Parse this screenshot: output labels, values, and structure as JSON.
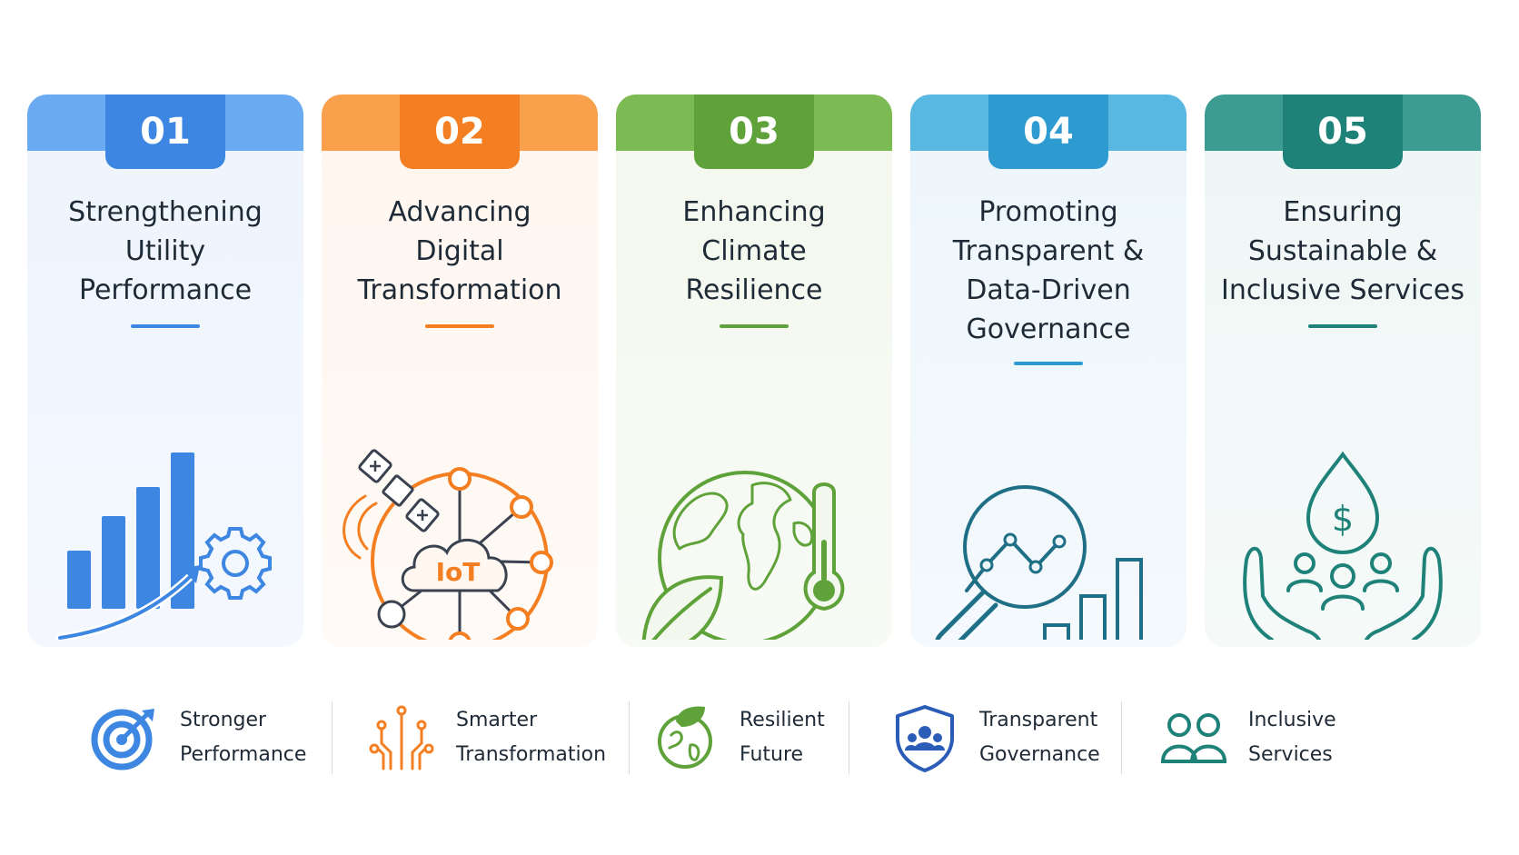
{
  "colors": {
    "blue": "#3d87e2",
    "orange": "#f37f22",
    "green": "#5fa23a",
    "sky": "#2d9ad0",
    "teal": "#1f8279"
  },
  "cards": [
    {
      "number": "01",
      "title": [
        "Strengthening",
        "Utility",
        "Performance"
      ],
      "icon": "bar-chart-gear-icon"
    },
    {
      "number": "02",
      "title": [
        "Advancing",
        "Digital",
        "Transformation"
      ],
      "icon": "iot-network-icon",
      "icon_label": "IoT"
    },
    {
      "number": "03",
      "title": [
        "Enhancing",
        "Climate",
        "Resilience"
      ],
      "icon": "globe-leaf-thermometer-icon"
    },
    {
      "number": "04",
      "title": [
        "Promoting",
        "Transparent &",
        "Data-Driven",
        "Governance"
      ],
      "icon": "magnifier-analytics-icon"
    },
    {
      "number": "05",
      "title": [
        "Ensuring",
        "Sustainable &",
        "Inclusive Services"
      ],
      "icon": "hands-people-water-drop-icon",
      "icon_label": "$"
    }
  ],
  "outcomes": [
    {
      "lines": [
        "Stronger",
        "Performance"
      ],
      "icon": "target-icon"
    },
    {
      "lines": [
        "Smarter",
        "Transformation"
      ],
      "icon": "circuit-icon"
    },
    {
      "lines": [
        "Resilient",
        "Future"
      ],
      "icon": "eco-globe-icon"
    },
    {
      "lines": [
        "Transparent",
        "Governance"
      ],
      "icon": "shield-people-icon"
    },
    {
      "lines": [
        "Inclusive",
        "Services"
      ],
      "icon": "people-icon"
    }
  ]
}
